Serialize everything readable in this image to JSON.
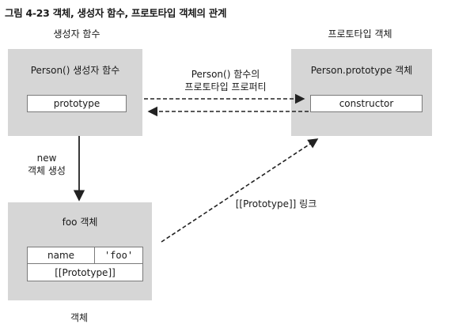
{
  "figure_title": "그림 4-23  객체, 생성자 함수, 프로토타입 객체의 관계",
  "labels": {
    "constructor_group": "생성자 함수",
    "prototype_group": "프로토타입 객체",
    "object_group": "객체"
  },
  "constructor_box": {
    "title": "Person() 생성자 함수",
    "property": "prototype"
  },
  "prototype_box": {
    "title": "Person.prototype 객체",
    "property": "constructor"
  },
  "object_box": {
    "title": "foo 객체",
    "prop_name": "name",
    "prop_value": "'foo'",
    "internal": "[[Prototype]]"
  },
  "edges": {
    "prototype_property": [
      "Person() 함수의",
      "프로토타입 프로퍼티"
    ],
    "new_creation": [
      "new",
      "객체 생성"
    ],
    "prototype_link": "[[Prototype]] 링크"
  },
  "colors": {
    "panel": "#d6d6d6",
    "line": "#222222"
  }
}
